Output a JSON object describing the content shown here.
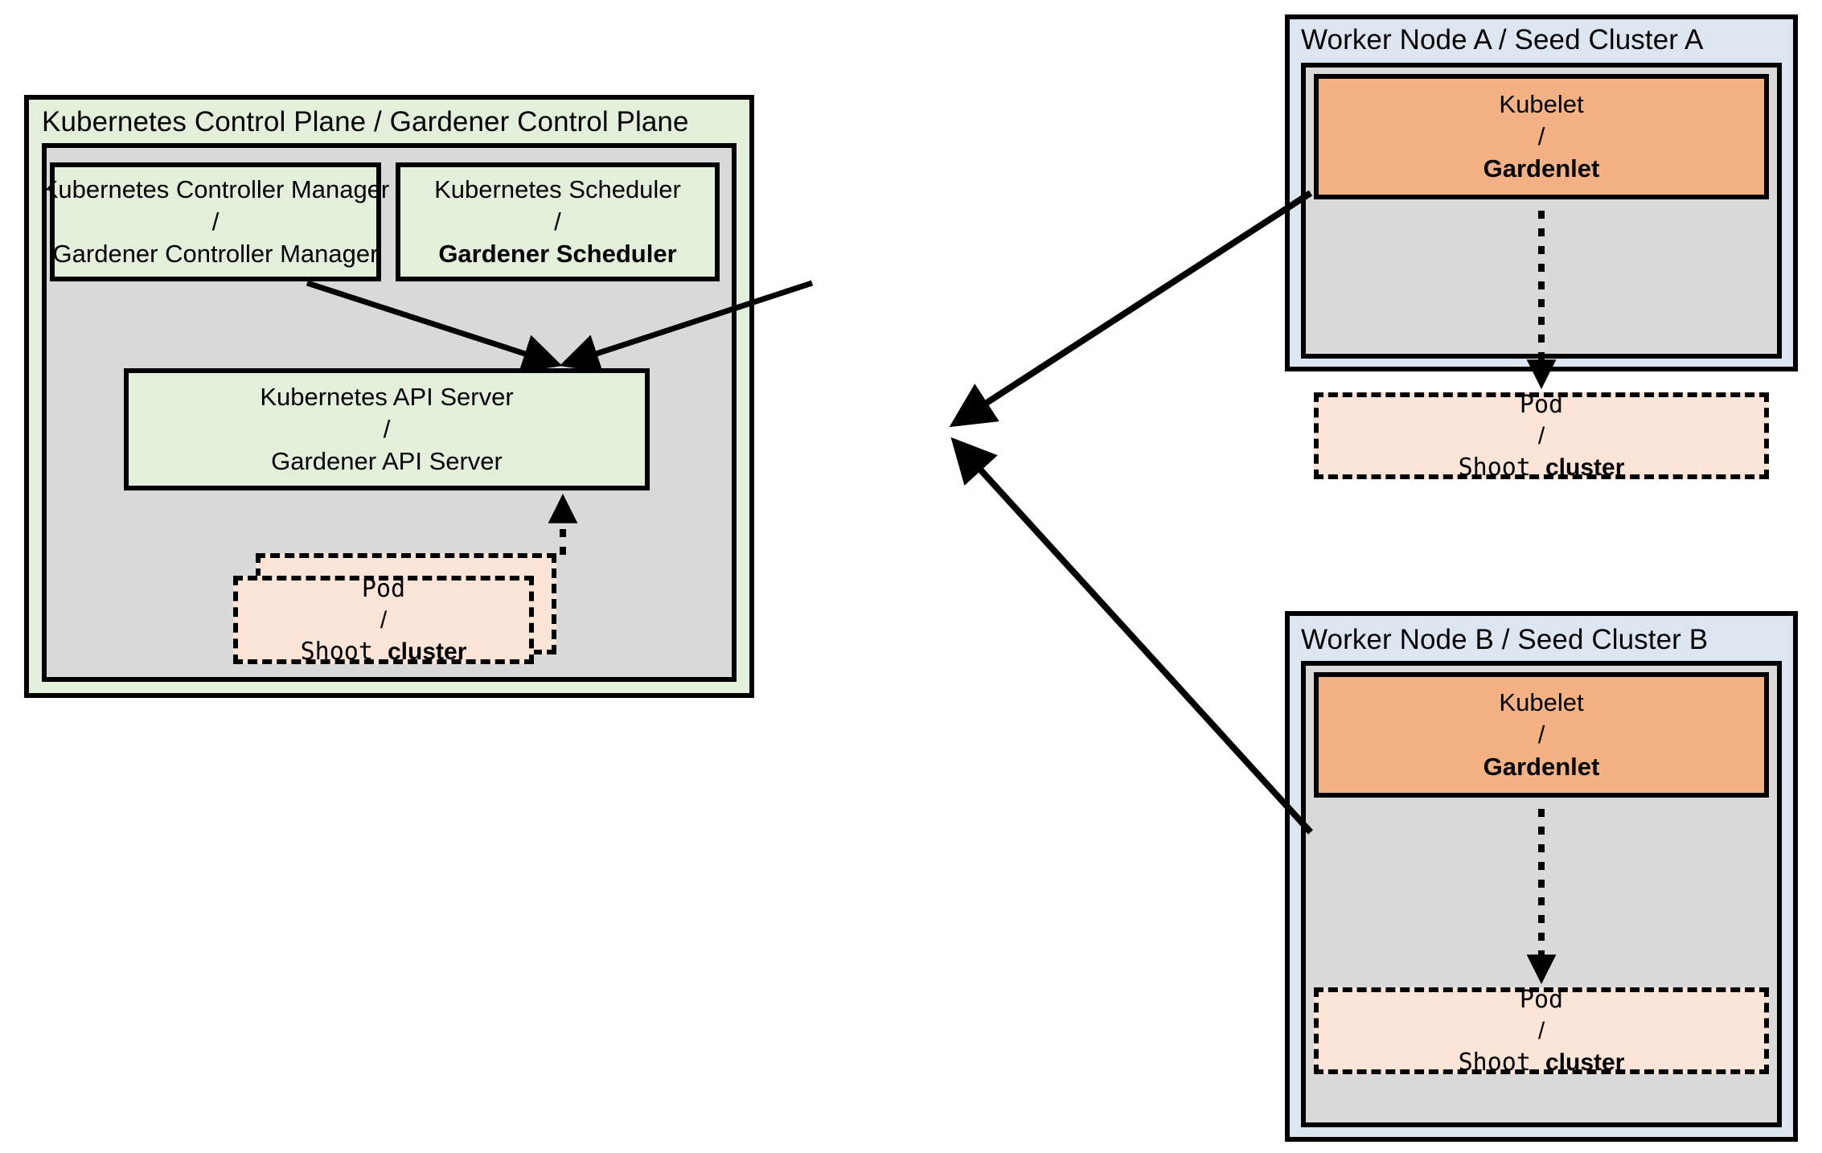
{
  "diagram": {
    "title_hidden": "",
    "left_panel": {
      "label": "Kubernetes Control Plane / Gardener Control Plane",
      "controller_manager": {
        "line1": "Kubernetes Controller Manager",
        "separator": "/",
        "line2": "Gardener Controller Manager"
      },
      "scheduler": {
        "line1": "Kubernetes Scheduler",
        "separator": "/",
        "line2": "Gardener Scheduler"
      },
      "api_server": {
        "line1": "Kubernetes API Server",
        "separator": "/",
        "line2": "Gardener API Server"
      },
      "pod": {
        "line1": "Pod",
        "separator": "/",
        "line2_prefix": "Shoot ",
        "line2_bold": "cluster"
      }
    },
    "worker_node_a": {
      "label": "Worker Node A / Seed Cluster A",
      "kubelet": {
        "line1": "Kubelet",
        "separator": "/",
        "line2": "Gardenlet"
      },
      "pod": {
        "line1": "Pod",
        "separator": "/",
        "line2_prefix": "Shoot ",
        "line2_bold": "cluster"
      }
    },
    "worker_node_b": {
      "label": "Worker Node B / Seed Cluster B",
      "kubelet": {
        "line1": "Kubelet",
        "separator": "/",
        "line2": "Gardenlet"
      },
      "pod": {
        "line1": "Pod",
        "separator": "/",
        "line2_prefix": "Shoot ",
        "line2_bold": "cluster"
      }
    },
    "colors": {
      "green": "#e2efda",
      "gray": "#d9d9d9",
      "blue": "#dce6f1",
      "orange": "#f4b183",
      "peach": "#fce4d6",
      "stroke": "#000000"
    }
  }
}
